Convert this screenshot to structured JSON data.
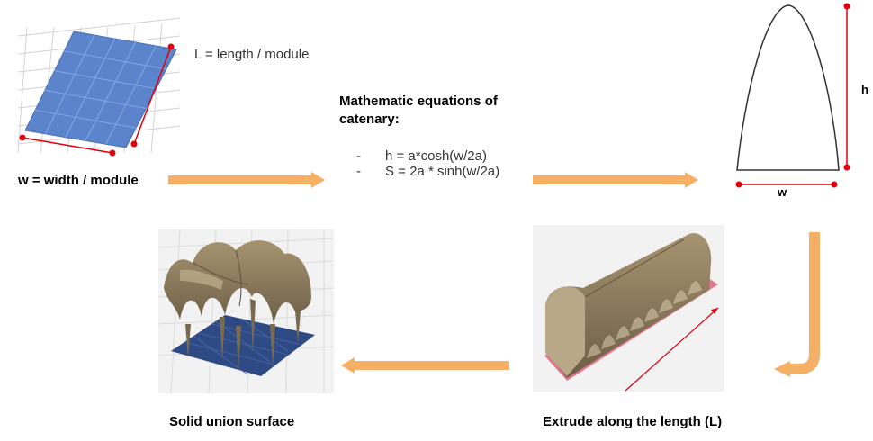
{
  "grid": {
    "length_label": "L = length / module",
    "width_label": "w = width / module"
  },
  "equations": {
    "title": "Mathematic equations of catenary:",
    "bullet": "-",
    "lines": [
      "h = a*cosh(w/2a)",
      "S = 2a * sinh(w/2a)"
    ]
  },
  "catenary": {
    "height_label": "h",
    "width_label": "w"
  },
  "extrude": {
    "label": "Extrude along the length (L)"
  },
  "union": {
    "label": "Solid union surface"
  },
  "colors": {
    "arrow": "#f5b066",
    "dim": "#e0000e",
    "grid_blue": "#5b84cc",
    "vault": "#8c7b60",
    "floor_pink": "#e3778f",
    "floor_navy": "#2e4a84"
  }
}
